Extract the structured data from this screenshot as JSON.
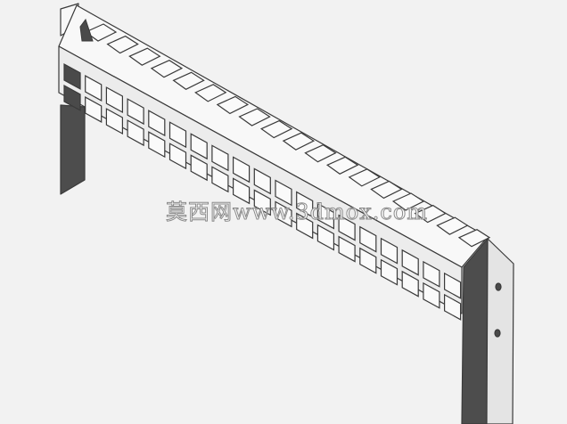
{
  "watermark": {
    "text": "莫西网www.3dmox.com"
  },
  "model": {
    "columns": 19,
    "top_slot_count": 18,
    "colors": {
      "background": "#f2f2f2",
      "outline": "#3a3a3a",
      "top_face": "#f8f8f8",
      "front_face": "#ececec",
      "bracket_shadow": "#4d4d4d",
      "bracket_lit": "#e4e4e4",
      "slot_fill": "#fafafa",
      "dark_slot": "#4a4a4a"
    },
    "icons": [
      "left-bracket-icon",
      "right-bracket-icon",
      "mounting-hole-icon"
    ]
  }
}
